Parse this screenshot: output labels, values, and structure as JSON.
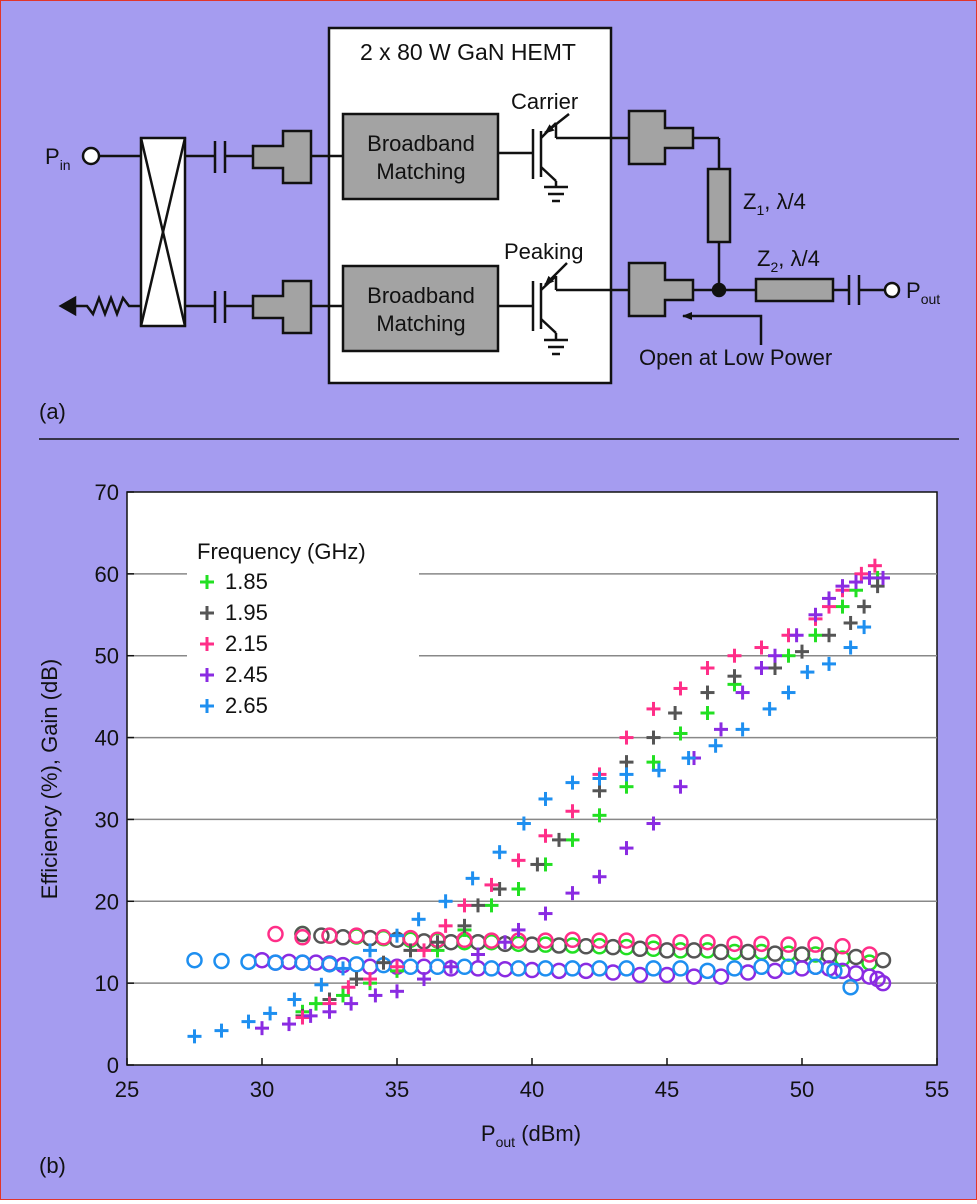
{
  "colors": {
    "background": "#a59cf0",
    "border": "#e2352a",
    "plot_background": "#ffffff",
    "box_fill": "#a3a3a3"
  },
  "circuit": {
    "panel_label": "(a)",
    "device_label": "2 x 80 W GaN HEMT",
    "matching_label_line1": "Broadband",
    "matching_label_line2": "Matching",
    "carrier_label": "Carrier",
    "peaking_label": "Peaking",
    "pin_label_main": "P",
    "pin_label_sub": "in",
    "pout_label_main": "P",
    "pout_label_sub": "out",
    "z1_main": "Z",
    "z1_sub": "1",
    "z1_rest": ",  λ/4",
    "z2_main": "Z",
    "z2_sub": "2",
    "z2_rest": ",  λ/4",
    "open_label": "Open at Low Power"
  },
  "chart_data": {
    "type": "scatter",
    "panel_label": "(b)",
    "xlabel_main": "P",
    "xlabel_sub": "out",
    "xlabel_rest": " (dBm)",
    "ylabel": "Efficiency (%), Gain (dB)",
    "xlim": [
      25,
      55
    ],
    "ylim": [
      0,
      70
    ],
    "xticks": [
      25,
      30,
      35,
      40,
      45,
      50,
      55
    ],
    "yticks": [
      0,
      10,
      20,
      30,
      40,
      50,
      60,
      70
    ],
    "grid": "horizontal",
    "legend": {
      "title": "Frequency (GHz)",
      "position": "top-left",
      "marker_note": "+ efficiency, o gain"
    },
    "series": [
      {
        "name": "1.85",
        "color": "#22e022",
        "efficiency": [
          [
            31.5,
            6.5
          ],
          [
            32.0,
            7.5
          ],
          [
            33.0,
            8.5
          ],
          [
            34.0,
            10.0
          ],
          [
            35.0,
            11.5
          ],
          [
            36.5,
            14.0
          ],
          [
            37.5,
            16.5
          ],
          [
            38.5,
            19.5
          ],
          [
            39.5,
            21.5
          ],
          [
            40.5,
            24.5
          ],
          [
            41.5,
            27.5
          ],
          [
            42.5,
            30.5
          ],
          [
            43.5,
            34.0
          ],
          [
            44.5,
            37.0
          ],
          [
            45.5,
            40.5
          ],
          [
            46.5,
            43.0
          ],
          [
            47.5,
            46.5
          ],
          [
            48.5,
            48.5
          ],
          [
            49.5,
            50.0
          ],
          [
            50.5,
            52.5
          ],
          [
            51.5,
            56.0
          ],
          [
            52.0,
            58.0
          ],
          [
            52.8,
            59.5
          ]
        ],
        "gain": [
          [
            31.5,
            16.0
          ],
          [
            32.5,
            15.8
          ],
          [
            33.5,
            15.7
          ],
          [
            34.5,
            15.5
          ],
          [
            35.5,
            15.3
          ],
          [
            36.5,
            15.2
          ],
          [
            37.5,
            15.0
          ],
          [
            38.5,
            15.0
          ],
          [
            39.5,
            14.8
          ],
          [
            40.5,
            14.7
          ],
          [
            41.5,
            14.6
          ],
          [
            42.5,
            14.5
          ],
          [
            43.5,
            14.4
          ],
          [
            44.5,
            14.2
          ],
          [
            45.5,
            14.0
          ],
          [
            46.5,
            14.0
          ],
          [
            47.5,
            13.8
          ],
          [
            48.5,
            13.8
          ],
          [
            49.5,
            13.6
          ],
          [
            50.5,
            13.5
          ],
          [
            51.5,
            13.0
          ],
          [
            52.5,
            12.5
          ]
        ]
      },
      {
        "name": "1.95",
        "color": "#555555",
        "efficiency": [
          [
            31.5,
            6.0
          ],
          [
            32.5,
            8.0
          ],
          [
            33.5,
            10.5
          ],
          [
            34.5,
            12.5
          ],
          [
            35.5,
            14.0
          ],
          [
            36.5,
            15.0
          ],
          [
            37.5,
            17.0
          ],
          [
            38.0,
            19.5
          ],
          [
            38.8,
            21.5
          ],
          [
            40.2,
            24.5
          ],
          [
            41.0,
            27.5
          ],
          [
            42.5,
            33.5
          ],
          [
            43.5,
            37.0
          ],
          [
            44.5,
            40.0
          ],
          [
            45.3,
            43.0
          ],
          [
            46.5,
            45.5
          ],
          [
            47.5,
            47.5
          ],
          [
            49.0,
            48.5
          ],
          [
            50.0,
            50.5
          ],
          [
            51.0,
            52.5
          ],
          [
            51.8,
            54.0
          ],
          [
            52.3,
            56.0
          ],
          [
            52.8,
            58.5
          ],
          [
            53.0,
            59.5
          ]
        ],
        "gain": [
          [
            31.5,
            16.0
          ],
          [
            32.2,
            15.8
          ],
          [
            33.0,
            15.6
          ],
          [
            34.0,
            15.5
          ],
          [
            35.0,
            15.3
          ],
          [
            36.0,
            15.1
          ],
          [
            37.0,
            15.0
          ],
          [
            38.0,
            15.0
          ],
          [
            39.0,
            14.8
          ],
          [
            40.0,
            14.7
          ],
          [
            41.0,
            14.6
          ],
          [
            42.0,
            14.5
          ],
          [
            43.0,
            14.4
          ],
          [
            44.0,
            14.2
          ],
          [
            45.0,
            14.0
          ],
          [
            46.0,
            14.0
          ],
          [
            47.0,
            13.8
          ],
          [
            48.0,
            13.8
          ],
          [
            49.0,
            13.6
          ],
          [
            50.0,
            13.5
          ],
          [
            51.0,
            13.4
          ],
          [
            52.0,
            13.2
          ],
          [
            53.0,
            12.8
          ]
        ]
      },
      {
        "name": "2.15",
        "color": "#ff2e88",
        "efficiency": [
          [
            31.5,
            5.8
          ],
          [
            32.5,
            7.5
          ],
          [
            33.2,
            9.5
          ],
          [
            34.0,
            10.5
          ],
          [
            35.0,
            12.0
          ],
          [
            36.0,
            14.0
          ],
          [
            36.8,
            17.0
          ],
          [
            37.5,
            19.5
          ],
          [
            38.5,
            22.0
          ],
          [
            39.5,
            25.0
          ],
          [
            40.5,
            28.0
          ],
          [
            41.5,
            31.0
          ],
          [
            42.5,
            35.5
          ],
          [
            43.5,
            40.0
          ],
          [
            44.5,
            43.5
          ],
          [
            45.5,
            46.0
          ],
          [
            46.5,
            48.5
          ],
          [
            47.5,
            50.0
          ],
          [
            48.5,
            51.0
          ],
          [
            49.5,
            52.5
          ],
          [
            50.5,
            54.5
          ],
          [
            51.0,
            56.0
          ],
          [
            51.5,
            58.0
          ],
          [
            52.2,
            60.0
          ],
          [
            52.7,
            61.0
          ]
        ],
        "gain": [
          [
            30.5,
            16.0
          ],
          [
            31.5,
            15.6
          ],
          [
            32.5,
            15.8
          ],
          [
            33.5,
            15.8
          ],
          [
            34.5,
            15.6
          ],
          [
            35.5,
            15.5
          ],
          [
            36.5,
            15.3
          ],
          [
            37.5,
            15.3
          ],
          [
            38.5,
            15.2
          ],
          [
            39.5,
            15.2
          ],
          [
            40.5,
            15.2
          ],
          [
            41.5,
            15.3
          ],
          [
            42.5,
            15.2
          ],
          [
            43.5,
            15.2
          ],
          [
            44.5,
            15.0
          ],
          [
            45.5,
            15.0
          ],
          [
            46.5,
            15.0
          ],
          [
            47.5,
            14.8
          ],
          [
            48.5,
            14.8
          ],
          [
            49.5,
            14.7
          ],
          [
            50.5,
            14.7
          ],
          [
            51.5,
            14.5
          ],
          [
            52.5,
            13.5
          ]
        ]
      },
      {
        "name": "2.45",
        "color": "#8a2be2",
        "efficiency": [
          [
            30.0,
            4.5
          ],
          [
            31.0,
            5.0
          ],
          [
            31.8,
            6.0
          ],
          [
            32.5,
            6.5
          ],
          [
            33.3,
            7.5
          ],
          [
            34.2,
            8.5
          ],
          [
            35.0,
            9.0
          ],
          [
            36.0,
            10.5
          ],
          [
            37.0,
            12.0
          ],
          [
            38.0,
            13.5
          ],
          [
            39.0,
            15.0
          ],
          [
            39.5,
            16.5
          ],
          [
            40.5,
            18.5
          ],
          [
            41.5,
            21.0
          ],
          [
            42.5,
            23.0
          ],
          [
            43.5,
            26.5
          ],
          [
            44.5,
            29.5
          ],
          [
            45.5,
            34.0
          ],
          [
            46.0,
            37.5
          ],
          [
            47.0,
            41.0
          ],
          [
            47.8,
            45.5
          ],
          [
            48.5,
            48.5
          ],
          [
            49.0,
            50.0
          ],
          [
            49.8,
            52.5
          ],
          [
            50.5,
            55.0
          ],
          [
            51.0,
            57.0
          ],
          [
            51.5,
            58.5
          ],
          [
            52.0,
            59.0
          ],
          [
            52.5,
            59.5
          ],
          [
            53.0,
            59.5
          ]
        ],
        "gain": [
          [
            30.0,
            12.8
          ],
          [
            30.5,
            12.5
          ],
          [
            31.0,
            12.6
          ],
          [
            31.5,
            12.5
          ],
          [
            32.0,
            12.5
          ],
          [
            32.5,
            12.4
          ],
          [
            33.0,
            12.2
          ],
          [
            34.0,
            12.0
          ],
          [
            35.0,
            12.0
          ],
          [
            36.0,
            12.0
          ],
          [
            37.0,
            11.8
          ],
          [
            38.0,
            11.8
          ],
          [
            39.0,
            11.7
          ],
          [
            40.0,
            11.6
          ],
          [
            41.0,
            11.5
          ],
          [
            42.0,
            11.5
          ],
          [
            43.0,
            11.3
          ],
          [
            44.0,
            11.0
          ],
          [
            45.0,
            11.0
          ],
          [
            46.0,
            10.8
          ],
          [
            47.0,
            10.8
          ],
          [
            48.0,
            11.3
          ],
          [
            49.0,
            11.5
          ],
          [
            50.0,
            11.8
          ],
          [
            50.5,
            12.0
          ],
          [
            51.0,
            11.8
          ],
          [
            51.5,
            11.5
          ],
          [
            52.0,
            11.2
          ],
          [
            52.5,
            10.8
          ],
          [
            52.8,
            10.5
          ],
          [
            53.0,
            10.0
          ]
        ]
      },
      {
        "name": "2.65",
        "color": "#1e8ff0",
        "efficiency": [
          [
            27.5,
            3.5
          ],
          [
            28.5,
            4.2
          ],
          [
            29.5,
            5.3
          ],
          [
            30.3,
            6.3
          ],
          [
            31.2,
            8.0
          ],
          [
            32.2,
            9.8
          ],
          [
            33.0,
            11.8
          ],
          [
            34.0,
            14.0
          ],
          [
            35.0,
            15.8
          ],
          [
            35.8,
            17.8
          ],
          [
            36.8,
            20.0
          ],
          [
            37.8,
            22.8
          ],
          [
            38.8,
            26.0
          ],
          [
            39.7,
            29.5
          ],
          [
            40.5,
            32.5
          ],
          [
            41.5,
            34.5
          ],
          [
            42.5,
            35.0
          ],
          [
            43.5,
            35.5
          ],
          [
            44.7,
            36.0
          ],
          [
            45.8,
            37.5
          ],
          [
            46.8,
            39.0
          ],
          [
            47.8,
            41.0
          ],
          [
            48.8,
            43.5
          ],
          [
            49.5,
            45.5
          ],
          [
            50.2,
            48.0
          ],
          [
            51.0,
            49.0
          ],
          [
            51.8,
            51.0
          ],
          [
            52.3,
            53.5
          ]
        ],
        "gain": [
          [
            27.5,
            12.8
          ],
          [
            28.5,
            12.7
          ],
          [
            29.5,
            12.6
          ],
          [
            30.5,
            12.5
          ],
          [
            31.5,
            12.5
          ],
          [
            32.5,
            12.3
          ],
          [
            33.5,
            12.3
          ],
          [
            34.5,
            12.2
          ],
          [
            35.5,
            12.0
          ],
          [
            36.5,
            12.0
          ],
          [
            37.5,
            12.0
          ],
          [
            38.5,
            11.8
          ],
          [
            39.5,
            11.8
          ],
          [
            40.5,
            11.8
          ],
          [
            41.5,
            11.8
          ],
          [
            42.5,
            11.8
          ],
          [
            43.5,
            11.8
          ],
          [
            44.5,
            11.8
          ],
          [
            45.5,
            11.8
          ],
          [
            46.5,
            11.5
          ],
          [
            47.5,
            11.8
          ],
          [
            48.5,
            12.0
          ],
          [
            49.5,
            12.0
          ],
          [
            50.5,
            12.0
          ],
          [
            51.2,
            11.5
          ],
          [
            51.8,
            9.5
          ]
        ]
      }
    ]
  }
}
